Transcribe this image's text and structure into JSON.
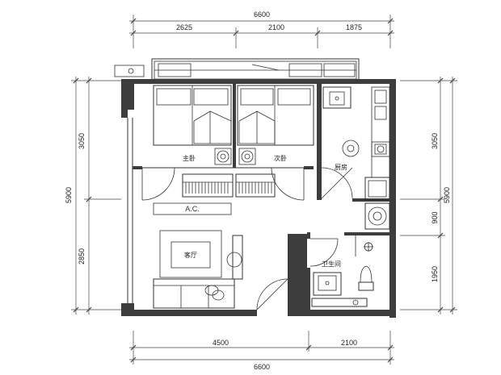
{
  "dimensions": {
    "top_total": "6600",
    "top_segments": [
      "2625",
      "2100",
      "1875"
    ],
    "bottom_segments": [
      "4500",
      "2100"
    ],
    "bottom_total": "6600",
    "left_total": "5900",
    "left_segments": [
      "3050",
      "2850"
    ],
    "right_total": "5900",
    "right_segments": [
      "3050",
      "900",
      "1950"
    ]
  },
  "rooms": {
    "master_bedroom": "主卧",
    "second_bedroom": "次卧",
    "kitchen": "厨房",
    "living_room": "客厅",
    "bathroom": "卫生间"
  },
  "labels": {
    "ac": "A.C."
  },
  "colors": {
    "wall": "#3d3d3d",
    "line": "#333333"
  }
}
